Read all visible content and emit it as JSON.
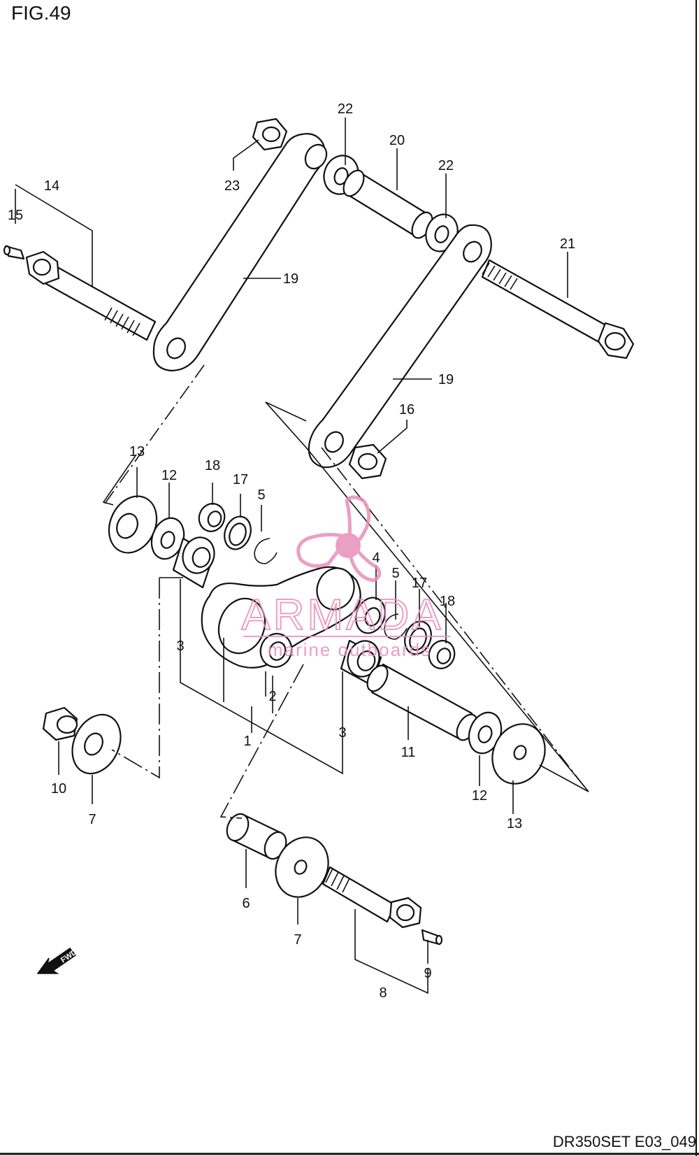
{
  "figure": {
    "title": "FIG.49",
    "code": "DR350SET E03_049"
  },
  "watermark": {
    "brand": "ARMADA",
    "tagline": "marine outboards",
    "color": "#e88fb8"
  },
  "fwd_label": "FWD",
  "callouts": {
    "c1": "1",
    "c2": "2",
    "c3a": "3",
    "c3b": "3",
    "c4": "4",
    "c5a": "5",
    "c5b": "5",
    "c6": "6",
    "c7a": "7",
    "c7b": "7",
    "c8": "8",
    "c9": "9",
    "c10": "10",
    "c11": "11",
    "c12a": "12",
    "c12b": "12",
    "c13a": "13",
    "c13b": "13",
    "c14": "14",
    "c15": "15",
    "c16": "16",
    "c17a": "17",
    "c17b": "17",
    "c18a": "18",
    "c18b": "18",
    "c19a": "19",
    "c19b": "19",
    "c20": "20",
    "c21": "21",
    "c22a": "22",
    "c22b": "22",
    "c23": "23"
  }
}
